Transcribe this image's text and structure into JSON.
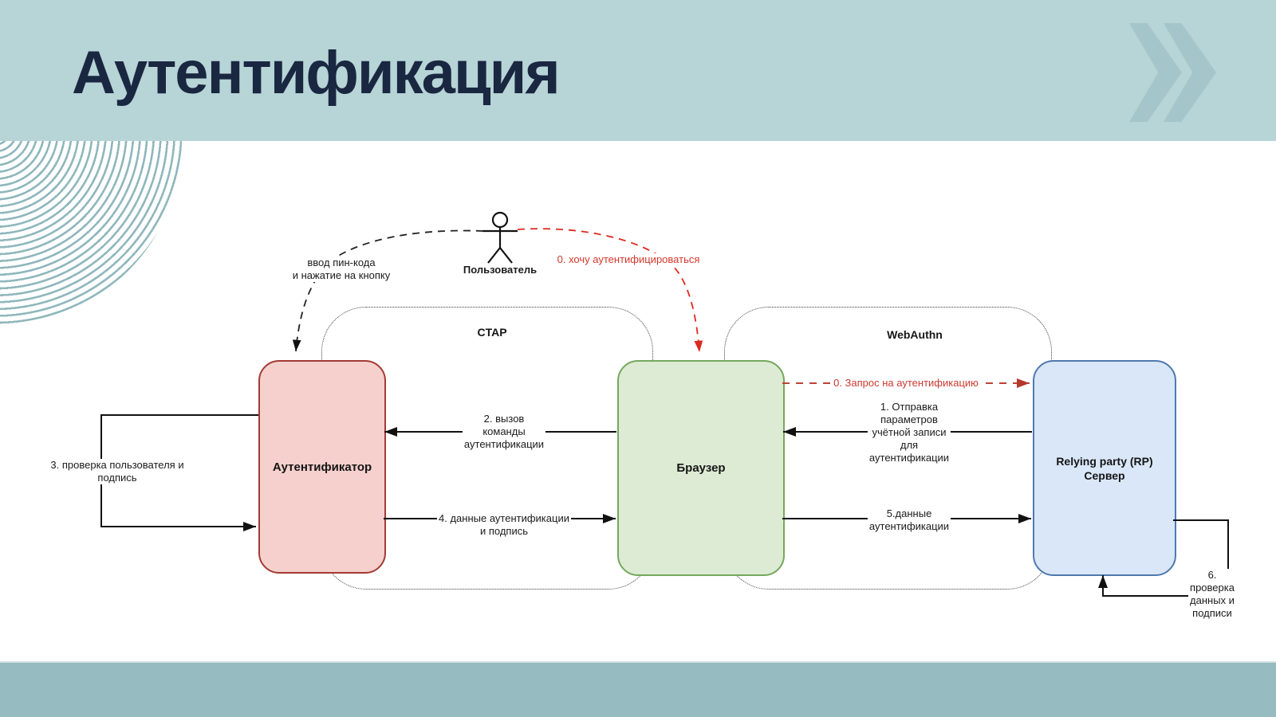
{
  "slide": {
    "title": "Аутентификация",
    "colors": {
      "header_band": "#b7d4d7",
      "footer_band": "#96bbc1",
      "title_text": "#1a2740",
      "rings": "#8fb7bc",
      "chevron": "#a4c6cb",
      "authenticator_fill": "#f5d0cd",
      "authenticator_border": "#a33b34",
      "browser_fill": "#ddebd4",
      "browser_border": "#74a85e",
      "rp_fill": "#d9e7f8",
      "rp_border": "#4f79ae",
      "black_line": "#1a1a1a",
      "red_request_arrow": "#bb4339",
      "red_user_arrow": "#dd2a22"
    }
  },
  "diagram": {
    "user": {
      "label": "Пользователь"
    },
    "regions": {
      "ctap": "CTAP",
      "webauthn": "WebAuthn"
    },
    "nodes": {
      "authenticator": {
        "label": "Аутентификатор"
      },
      "browser": {
        "label": "Браузер"
      },
      "rp": {
        "line1": "Relying party (RP)",
        "line2": "Сервер"
      }
    },
    "labels": {
      "pin": {
        "lines": [
          "ввод пин-кода",
          "и нажатие на кнопку"
        ]
      },
      "want_auth": "0. хочу аутентифицироваться",
      "request_auth": "0. Запрос на аутентификацию",
      "step1": {
        "lines": [
          "1. Отправка",
          "параметров",
          "учётной записи",
          "для",
          "аутентификации"
        ]
      },
      "step2": {
        "lines": [
          "2. вызов",
          "команды",
          "аутентификации"
        ]
      },
      "step3": {
        "lines": [
          "3. проверка пользователя и",
          "подпись"
        ]
      },
      "step4": {
        "lines": [
          "4. данные аутентификации",
          "и подпись"
        ]
      },
      "step5": {
        "lines": [
          "5.данные",
          "аутентификации"
        ]
      },
      "step6": {
        "lines": [
          "6.",
          "проверка",
          "данных и",
          "подписи"
        ]
      }
    }
  }
}
